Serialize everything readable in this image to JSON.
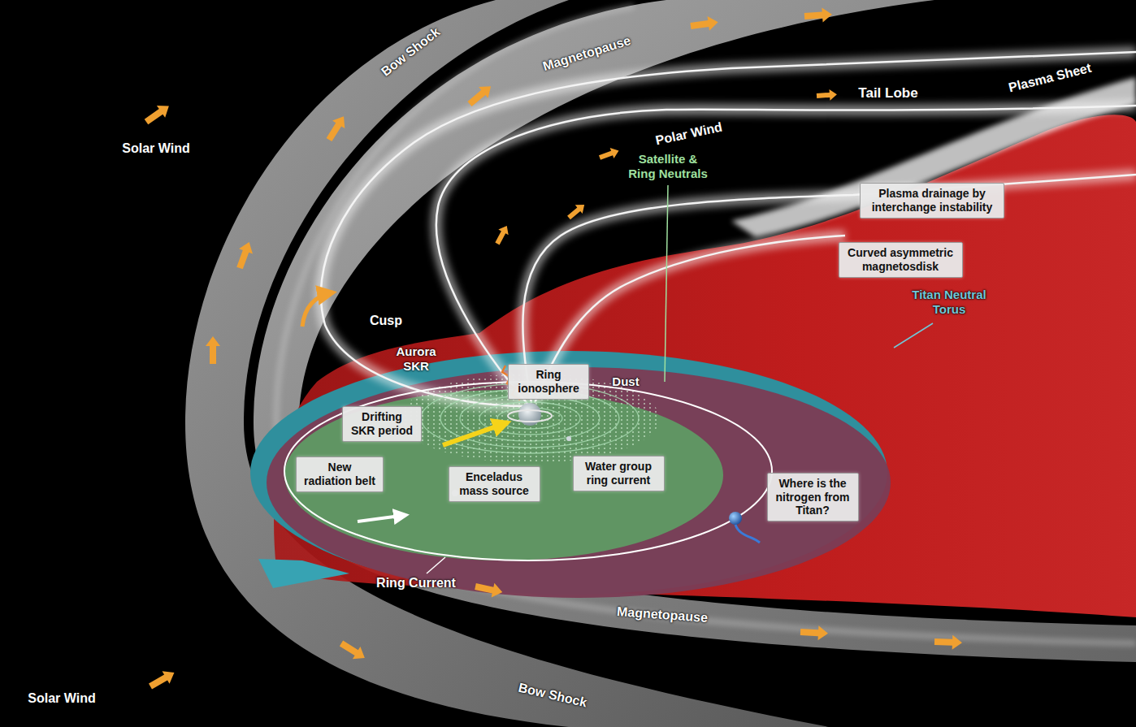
{
  "diagram": {
    "nodes": [
      {
        "text": [
          "Plasma drainage by interchange instability"
        ]
      },
      {
        "text": [
          "Curved asymmetric magnetosdisk"
        ]
      },
      {
        "text": [
          "Ring ionosphere"
        ]
      },
      {
        "text": [
          "Drifting SKR period"
        ]
      },
      {
        "text": [
          "New radiation belt"
        ]
      },
      {
        "text": [
          "Enceladus mass source"
        ]
      },
      {
        "text": [
          "Water group ring current"
        ]
      },
      {
        "text": [
          "Where is the nitrogen from Titan?"
        ]
      }
    ],
    "labels": [
      "Magnetopause",
      "Bow Shock",
      "Plasma Sheet",
      "Tail Lobe",
      "Polar Wind",
      "Satellite & Ring Neutrals",
      "Solar Wind",
      "Cusp",
      "Aurora SKR",
      "Titan Neutral Torus",
      "Dust",
      "Ring Current",
      "Magnetopause",
      "Solar Wind",
      "Bow Shock"
    ]
  }
}
